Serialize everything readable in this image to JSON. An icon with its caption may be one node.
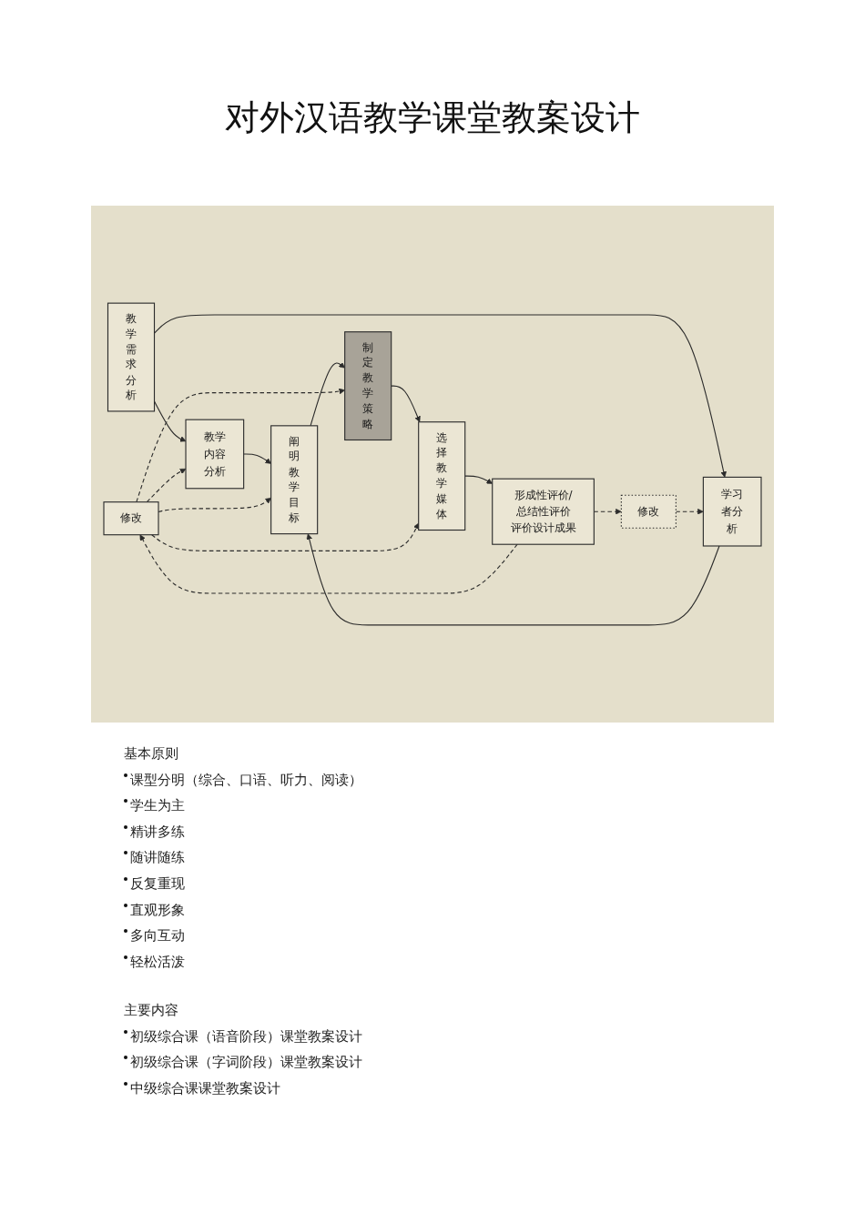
{
  "diagram": {
    "title": "对外汉语教学课堂教案设计",
    "nodes": [
      {
        "text": [
          "修改"
        ]
      },
      {
        "text": [
          "教学需求分析"
        ]
      },
      {
        "text": [
          "教学内容分析"
        ]
      },
      {
        "text": [
          "学习者分析"
        ]
      },
      {
        "text": [
          "阐明教学目标"
        ]
      },
      {
        "text": [
          "制定教学策略"
        ]
      },
      {
        "text": [
          "选择教学媒体"
        ]
      },
      {
        "text": [
          "形成性评价/总结性评价",
          "评价设计成果"
        ]
      },
      {
        "text": [
          "修改"
        ]
      }
    ],
    "edges": [
      {
        "from": 1,
        "to": 2,
        "arrow": "to"
      },
      {
        "from": 1,
        "to": 3,
        "arrow": "to"
      },
      {
        "from": 2,
        "to": 4,
        "arrow": "to"
      },
      {
        "from": 3,
        "to": 4,
        "arrow": "to"
      },
      {
        "from": 4,
        "to": 5,
        "arrow": "to"
      },
      {
        "from": 5,
        "to": 6,
        "arrow": "to"
      },
      {
        "from": 6,
        "to": 7,
        "arrow": "to"
      },
      {
        "from": 0,
        "to": 2,
        "arrow": "to",
        "style": "dashed"
      },
      {
        "from": 0,
        "to": 4,
        "arrow": "to",
        "style": "dashed"
      },
      {
        "from": 0,
        "to": 5,
        "arrow": "to",
        "style": "dashed"
      },
      {
        "from": 0,
        "to": 6,
        "arrow": "to",
        "style": "dashed"
      },
      {
        "from": 7,
        "to": 0,
        "arrow": "to",
        "style": "dashed"
      },
      {
        "from": 7,
        "to": 8,
        "arrow": "to",
        "style": "dashed"
      },
      {
        "from": 8,
        "to": 3,
        "arrow": "to",
        "style": "dashed"
      }
    ],
    "labels": [
      "基本原则",
      "课型分明（综合、口语、听力、阅读）",
      "学生为主",
      "精讲多练",
      "随讲随练",
      "反复重现",
      "直观形象",
      "多向互动",
      "轻松活泼",
      "主要内容",
      "初级综合课（语音阶段）课堂教案设计",
      "初级综合课（字词阶段）课堂教案设计",
      "中级综合课课堂教案设计"
    ]
  }
}
